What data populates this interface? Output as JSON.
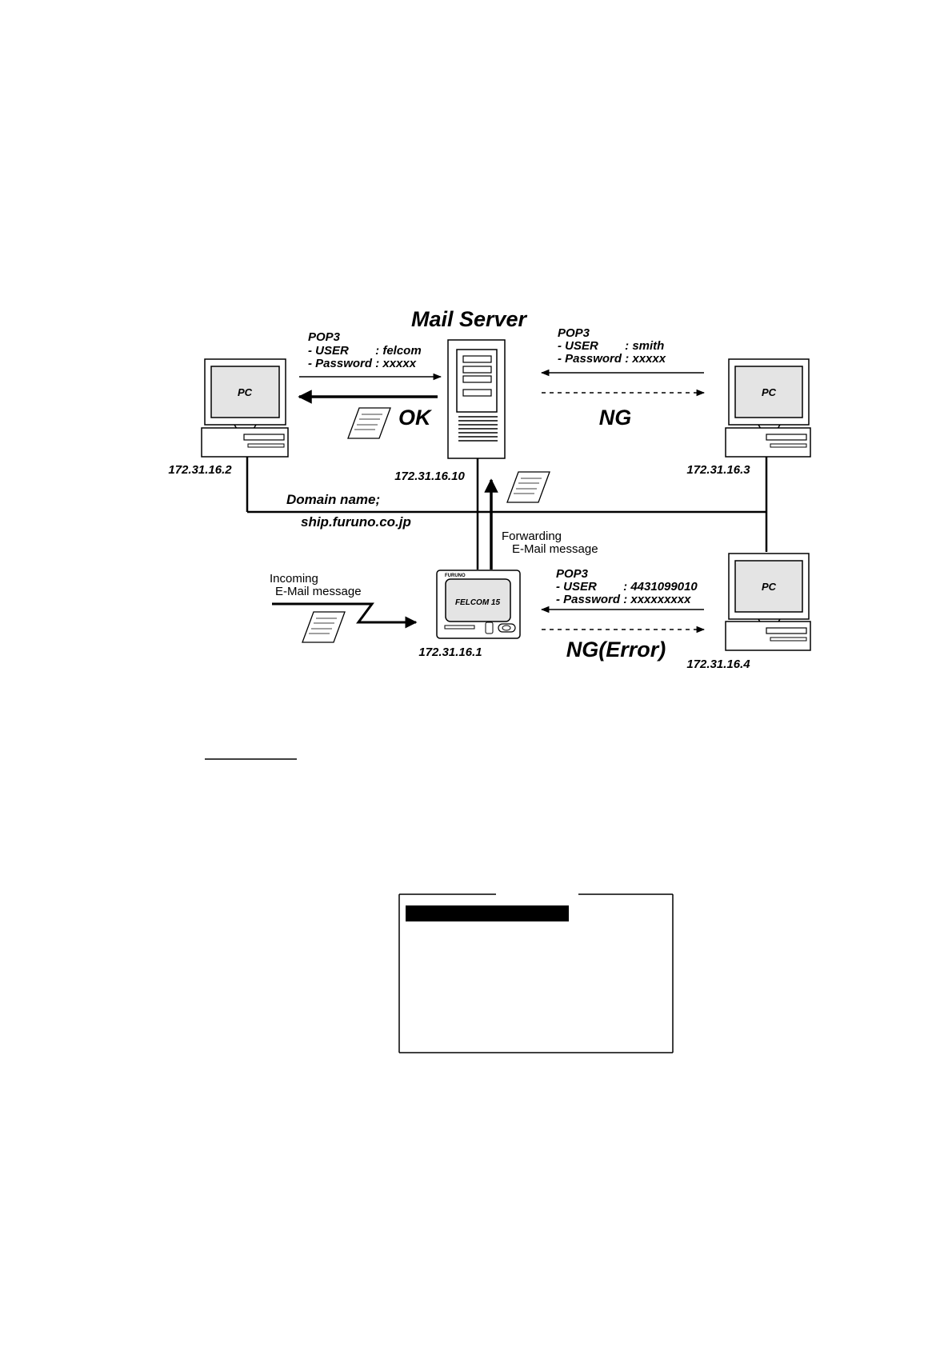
{
  "diagram": {
    "server": {
      "title": "Mail Server",
      "ip": "172.31.16.10"
    },
    "pc_left": {
      "label": "PC",
      "ip": "172.31.16.2",
      "pop3": {
        "header": "POP3",
        "user_line": "- USER        : felcom",
        "password_line": "- Password : xxxxx"
      },
      "result": "OK"
    },
    "pc_right_top": {
      "label": "PC",
      "ip": "172.31.16.3",
      "pop3": {
        "header": "POP3",
        "user_line": "- USER        : smith",
        "password_line": "- Password : xxxxx"
      },
      "result": "NG"
    },
    "pc_right_bottom": {
      "label": "PC",
      "ip": "172.31.16.4",
      "pop3": {
        "header": "POP3",
        "user_line": "- USER        : 4431099010",
        "password_line": "- Password : xxxxxxxxx"
      },
      "result": "NG(Error)"
    },
    "domain": {
      "label": "Domain name;",
      "value": "ship.furuno.co.jp"
    },
    "felcom": {
      "brand": "FURUNO",
      "model": "FELCOM 15",
      "ip": "172.31.16.1"
    },
    "forwarding": {
      "line1": "Forwarding",
      "line2": "E-Mail message"
    },
    "incoming": {
      "line1": "Incoming",
      "line2": "E-Mail message"
    }
  }
}
